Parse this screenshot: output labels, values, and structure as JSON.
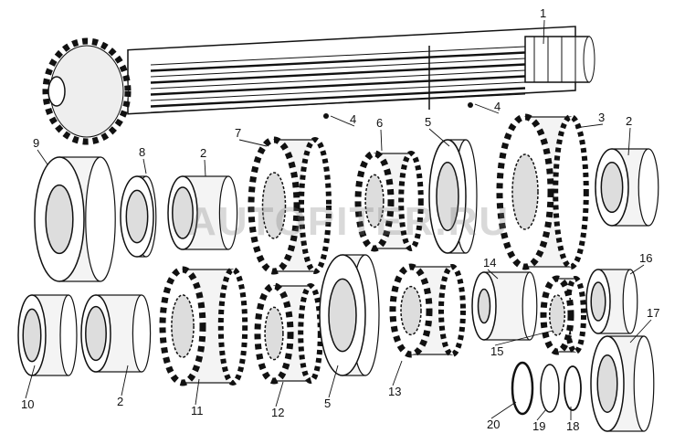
{
  "diagram": {
    "watermark": "AUTOPITER.RU",
    "callouts": [
      "1",
      "2",
      "3",
      "4",
      "4",
      "5",
      "6",
      "7",
      "8",
      "9",
      "2",
      "14",
      "16",
      "17",
      "15",
      "10",
      "2",
      "11",
      "12",
      "5",
      "13",
      "20",
      "19",
      "18"
    ]
  }
}
